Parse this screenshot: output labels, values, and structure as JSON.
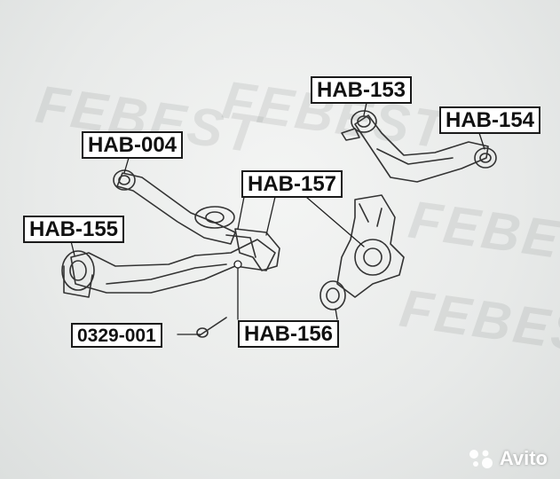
{
  "labels": {
    "hab_153": "HAB-153",
    "hab_154": "HAB-154",
    "hab_004": "HAB-004",
    "hab_157": "HAB-157",
    "hab_155": "HAB-155",
    "part_0329_001": "0329-001",
    "hab_156": "HAB-156"
  },
  "watermark": {
    "brand": "FEBEST"
  },
  "avito": {
    "logo_text": "Avito"
  },
  "colors": {
    "line": "#333333",
    "label_border": "#1a1a1a",
    "label_bg": "#ffffff"
  },
  "icons": {
    "avito_logo": "avito-dots-icon"
  }
}
